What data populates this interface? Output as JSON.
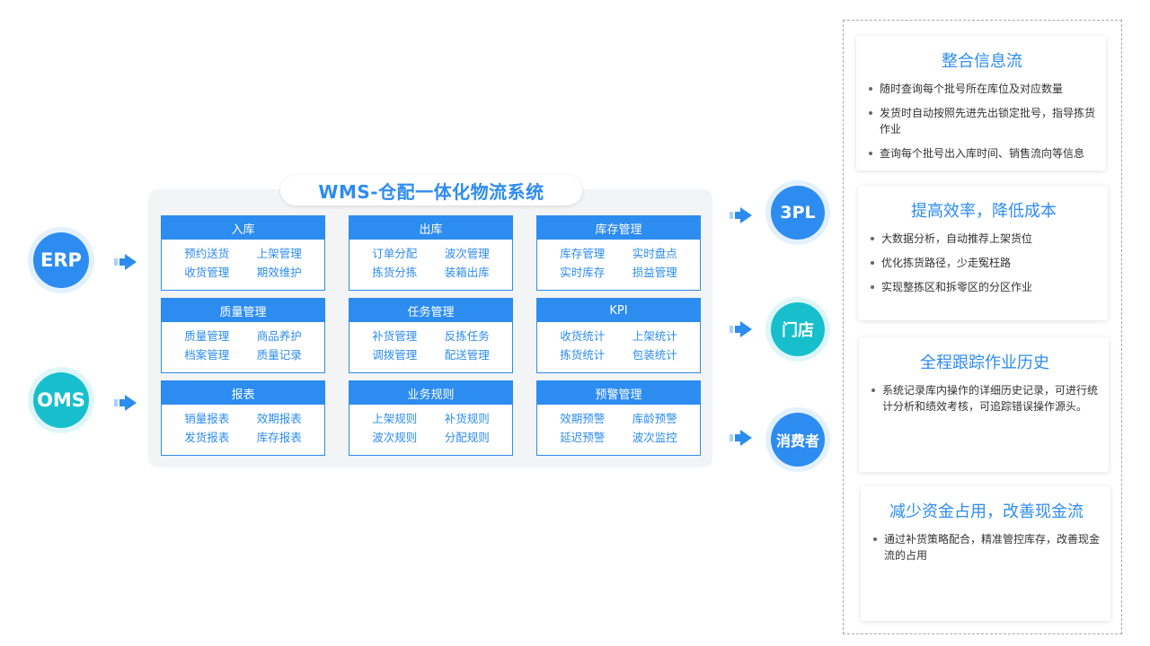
{
  "sources": [
    {
      "label": "ERP",
      "color": "#2d8cf0"
    },
    {
      "label": "OMS",
      "color": "#17bfcc"
    }
  ],
  "panel": {
    "title": "WMS-仓配一体化物流系统",
    "modules": [
      {
        "title": "入库",
        "items": [
          "预约送货",
          "上架管理",
          "收货管理",
          "期效维护"
        ]
      },
      {
        "title": "出库",
        "items": [
          "订单分配",
          "波次管理",
          "拣货分拣",
          "装箱出库"
        ]
      },
      {
        "title": "库存管理",
        "items": [
          "库存管理",
          "实时盘点",
          "实时库存",
          "损益管理"
        ]
      },
      {
        "title": "质量管理",
        "items": [
          "质量管理",
          "商品养护",
          "档案管理",
          "质量记录"
        ]
      },
      {
        "title": "任务管理",
        "items": [
          "补货管理",
          "反拣任务",
          "调拨管理",
          "配送管理"
        ]
      },
      {
        "title": "KPI",
        "items": [
          "收货统计",
          "上架统计",
          "拣货统计",
          "包装统计"
        ]
      },
      {
        "title": "报表",
        "items": [
          "销量报表",
          "效期报表",
          "发货报表",
          "库存报表"
        ]
      },
      {
        "title": "业务规则",
        "items": [
          "上架规则",
          "补货规则",
          "波次规则",
          "分配规则"
        ]
      },
      {
        "title": "预警管理",
        "items": [
          "效期预警",
          "库龄预警",
          "延迟预警",
          "波次监控"
        ]
      }
    ]
  },
  "targets": [
    {
      "label": "3PL",
      "color": "#2d8cf0"
    },
    {
      "label": "门店",
      "color": "#17bfcc"
    },
    {
      "label": "消费者",
      "color": "#2d8cf0"
    }
  ],
  "cards": [
    {
      "title": "整合信息流",
      "items": [
        "随时查询每个批号所在库位及对应数量",
        "发货时自动按照先进先出锁定批号，指导拣货作业",
        "查询每个批号出入库时间、销售流向等信息"
      ]
    },
    {
      "title": "提高效率，降低成本",
      "items": [
        "大数据分析，自动推荐上架货位",
        "优化拣货路径，少走冤枉路",
        "实现整拣区和拆零区的分区作业"
      ]
    },
    {
      "title": "全程跟踪作业历史",
      "items": [
        "系统记录库内操作的详细历史记录，可进行统计分析和绩效考核，可追踪错误操作源头。"
      ]
    },
    {
      "title": "减少资金占用，改善现金流",
      "items": [
        "通过补货策略配合，精准管控库存，改善现金流的占用"
      ]
    }
  ]
}
